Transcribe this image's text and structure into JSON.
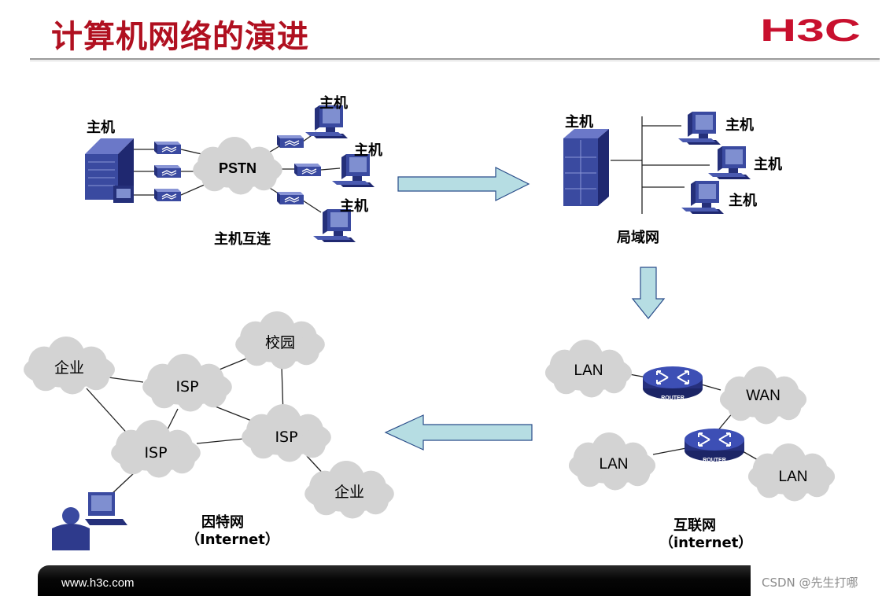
{
  "slide": {
    "title": "计算机网络的演进",
    "logo_text": "H3C",
    "footer_url": "www.h3c.com",
    "watermark": "CSDN @先生打哪"
  },
  "panel_host_interconnect": {
    "host_label": "主机",
    "pstn": "PSTN",
    "caption": "主机互连"
  },
  "panel_lan": {
    "host_label": "主机",
    "caption": "局域网"
  },
  "panel_internetwork": {
    "lan": "LAN",
    "wan": "WAN",
    "router": "ROUTER",
    "caption_cn": "互联网",
    "caption_en": "（internet）"
  },
  "panel_internet": {
    "enterprise": "企业",
    "campus": "校园",
    "isp": "ISP",
    "caption_cn": "因特网",
    "caption_en": "（Internet）"
  },
  "colors": {
    "title_red": "#b01020",
    "logo_red": "#c8102e",
    "arrow_fill": "#b6dde3",
    "cloud_fill": "#d3d3d3",
    "device_blue": "#2e3a8c"
  }
}
